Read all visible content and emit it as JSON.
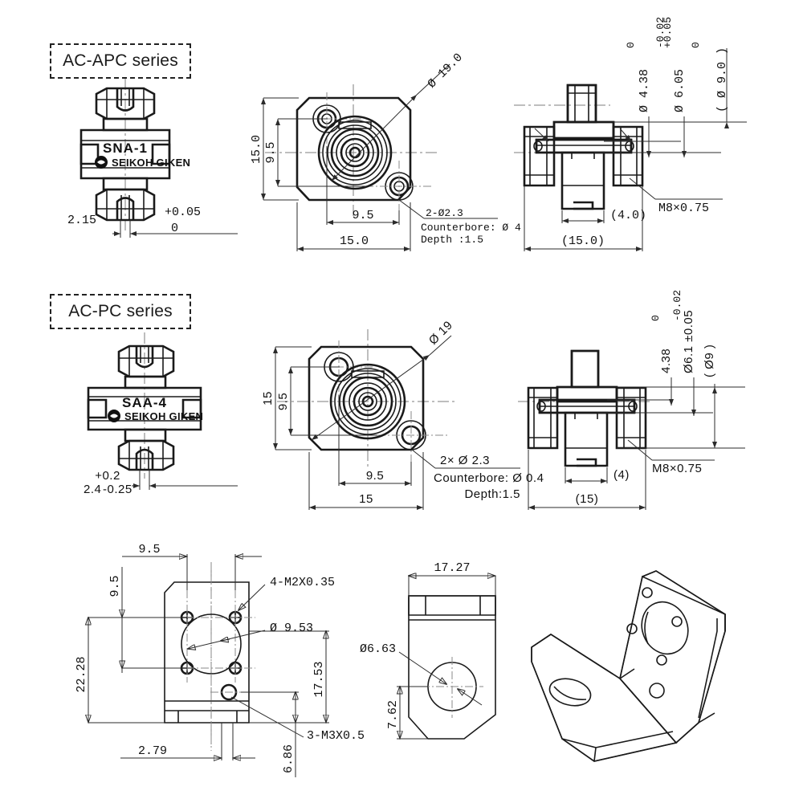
{
  "page": {
    "title": "Fiber Optic Adapter Dimensional Drawing",
    "background": "#ffffff",
    "line_color": "#1a1a1a"
  },
  "sections": [
    {
      "id": "ac-apc",
      "series_label": "AC-APC series",
      "part_number": "SNA-1",
      "brand": "SEIKOH GIKEN",
      "views": {
        "iso_photo": {
          "dim_value": "2.15",
          "tol_upper": "+0.05",
          "tol_lower": "0"
        },
        "front": {
          "overall_height": "15.0",
          "hole_pitch_vertical": "9.5",
          "hole_pitch_horizontal": "9.5",
          "overall_width": "15.0",
          "chamfer_note": "Ø 19.0",
          "hole_note_line1": "2-Ø2.3",
          "hole_note_line2": "Counterbore: Ø 4",
          "hole_note_line3": "Depth          :1.5"
        },
        "section": {
          "thread_note": "M8×0.75",
          "inner_width": "(4.0)",
          "overall_length": "(15.0)",
          "dia_1_value": "Ø 4.38",
          "dia_1_tol_upper": "0",
          "dia_1_tol_lower": "-0.02",
          "dia_2_value": "Ø 6.05",
          "dia_2_tol_upper": "+0.05",
          "dia_2_tol_lower": "0",
          "dia_3_value": "( Ø 9.0 )"
        }
      }
    },
    {
      "id": "ac-pc",
      "series_label": "AC-PC series",
      "part_number": "SAA-4",
      "brand": "SEIKOH GIKEN",
      "views": {
        "iso_photo": {
          "dim_value": "2.4",
          "tol_upper": "+0.2",
          "tol_lower": "-0.25"
        },
        "front": {
          "overall_height": "15",
          "hole_pitch_vertical": "9.5",
          "hole_pitch_horizontal": "9.5",
          "overall_width": "15",
          "chamfer_note": "Ø 19",
          "hole_note_line1": "2× Ø 2.3",
          "hole_note_line2": "Counterbore: Ø 0.4",
          "hole_note_line3": "Depth:1.5"
        },
        "section": {
          "thread_note": "M8×0.75",
          "inner_width": "(4)",
          "overall_length": "(15)",
          "dia_1_value": "4.38",
          "dia_1_tol_upper": "0",
          "dia_1_tol_lower": "-0.02",
          "dia_2_value": "Ø6.1 ±0.05",
          "dia_3_value": "( Ø9 )"
        }
      }
    },
    {
      "id": "bracket",
      "views": {
        "front": {
          "top_pitch": "9.5",
          "side_pitch": "9.5",
          "overall_height": "22.28",
          "bottom_offset": "2.79",
          "thread_note_4": "4-M2X0.35",
          "bore_note": "Ø 9.53",
          "thread_note_3": "3-M3X0.5",
          "dim_17_53": "17.53",
          "dim_6_86": "6.86"
        },
        "side": {
          "width": "17.27",
          "hole_dia": "Ø6.63",
          "hole_height": "7.62"
        },
        "isometric": {
          "label": "3d-bracket"
        }
      }
    }
  ]
}
